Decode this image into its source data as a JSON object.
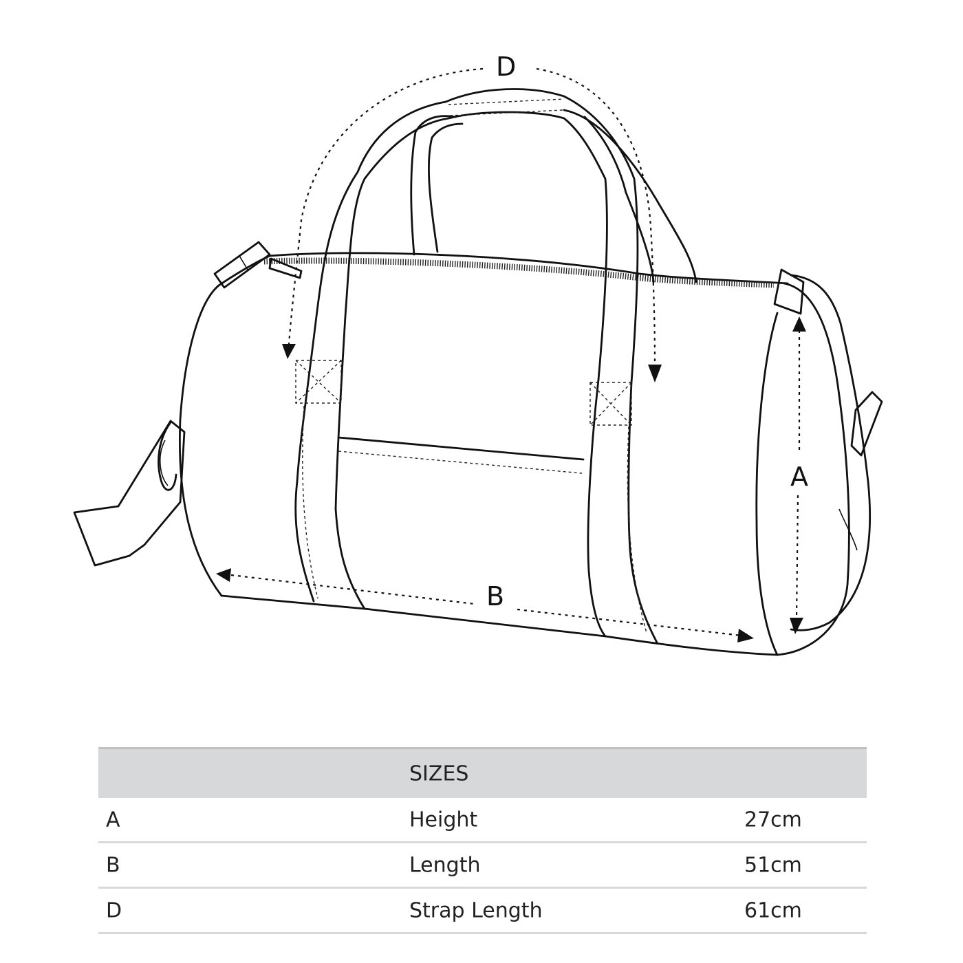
{
  "diagram": {
    "labels": {
      "height_marker": "A",
      "length_marker": "B",
      "strap_marker": "D"
    }
  },
  "sizes_table": {
    "header": "SIZES",
    "rows": [
      {
        "code": "A",
        "name": "Height",
        "value": "27cm"
      },
      {
        "code": "B",
        "name": "Length",
        "value": "51cm"
      },
      {
        "code": "D",
        "name": "Strap Length",
        "value": "61cm"
      }
    ]
  }
}
